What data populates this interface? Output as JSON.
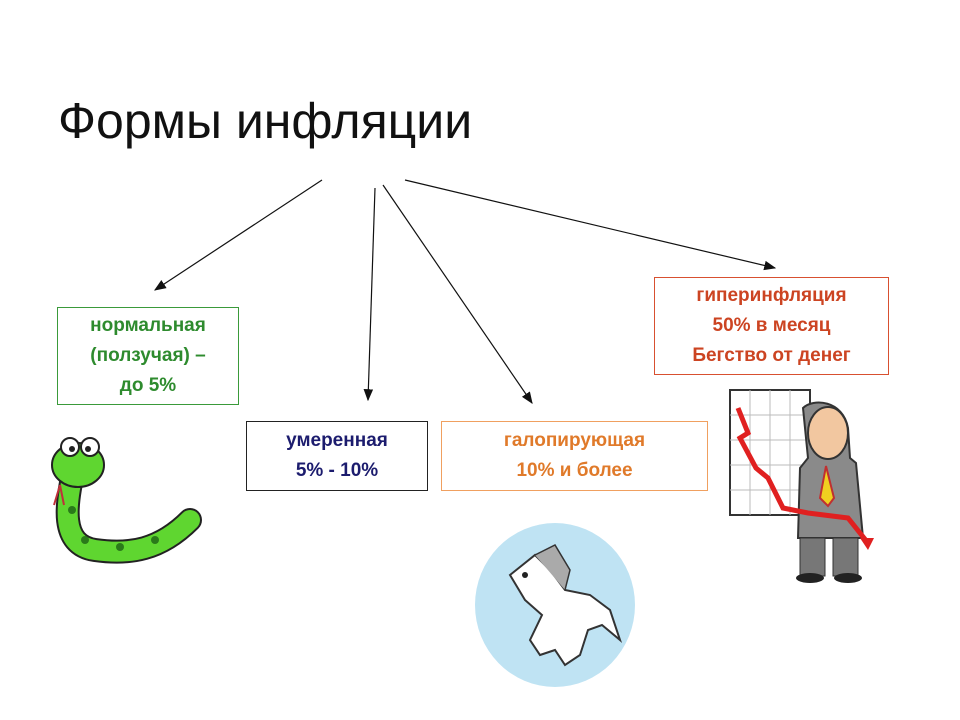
{
  "title": "Формы инфляции",
  "forms": [
    {
      "lines": [
        "нормальная",
        "(ползучая) –",
        "до 5%"
      ],
      "color": "#2e8b2e"
    },
    {
      "lines": [
        "умеренная",
        "5% - 10%"
      ],
      "color": "#1c1c6e"
    },
    {
      "lines": [
        "галопирующая",
        "10% и более"
      ],
      "color": "#e07a2a"
    },
    {
      "lines": [
        "гиперинфляция",
        "50% в месяц",
        "Бегство от денег"
      ],
      "color": "#cc4422"
    }
  ]
}
